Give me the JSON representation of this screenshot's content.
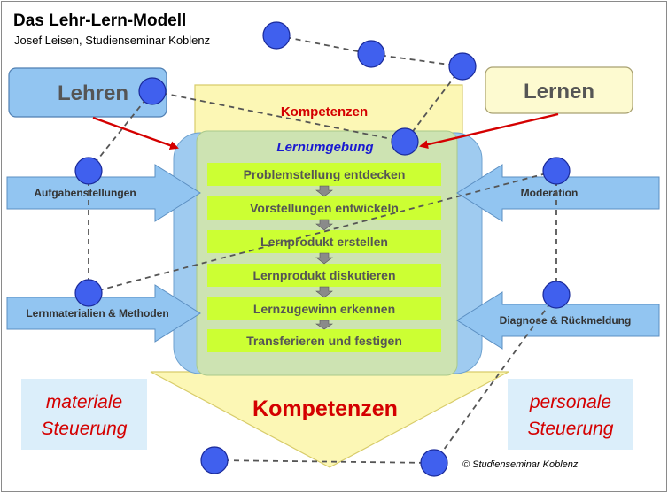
{
  "header": {
    "title": "Das Lehr-Lern-Modell",
    "subtitle": "Josef Leisen, Studienseminar Koblenz"
  },
  "boxes": {
    "lehren": "Lehren",
    "lernen": "Lernen"
  },
  "main_arrow": {
    "top_label": "Kompetenzen",
    "bottom_label": "Kompetenzen"
  },
  "lernumgebung": {
    "label": "Lernumgebung",
    "steps": [
      "Problemstellung entdecken",
      "Vorstellungen entwickeln",
      "Lernprodukt erstellen",
      "Lernprodukt diskutieren",
      "Lernzugewinn erkennen",
      "Transferieren und festigen"
    ]
  },
  "left_arrows": [
    "Aufgabenstellungen",
    "Lernmaterialien & Methoden"
  ],
  "right_arrows": [
    "Moderation",
    "Diagnose & Rückmeldung"
  ],
  "steuerung": {
    "left_line1": "materiale",
    "left_line2": "Steuerung",
    "right_line1": "personale",
    "right_line2": "Steuerung"
  },
  "copyright": "© Studienseminar Koblenz",
  "colors": {
    "arrow_yellow": "#fcf7b5",
    "env_green": "#cde3b2",
    "env_blue": "#9fcbf0",
    "step_green": "#ccff33",
    "box_blue": "#92c5f1",
    "box_yellow": "#fdfad0",
    "dot_blue": "#4060ee",
    "text_red": "#d40000"
  }
}
